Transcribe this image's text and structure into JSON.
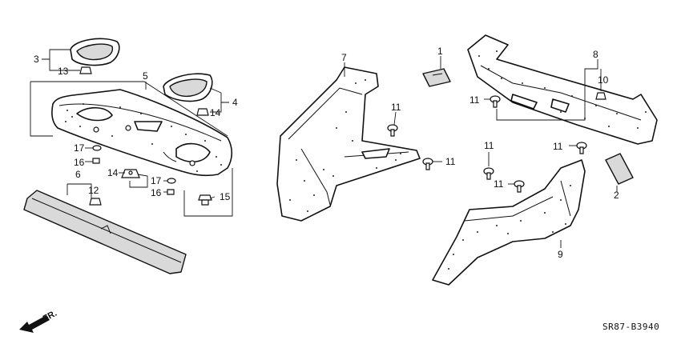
{
  "diagram": {
    "callouts": [
      {
        "id": "c1",
        "text": "1"
      },
      {
        "id": "c2",
        "text": "2"
      },
      {
        "id": "c3",
        "text": "3"
      },
      {
        "id": "c4",
        "text": "4"
      },
      {
        "id": "c5",
        "text": "5"
      },
      {
        "id": "c6",
        "text": "6"
      },
      {
        "id": "c7",
        "text": "7"
      },
      {
        "id": "c8",
        "text": "8"
      },
      {
        "id": "c9",
        "text": "9"
      },
      {
        "id": "c10",
        "text": "10"
      },
      {
        "id": "c11a",
        "text": "11"
      },
      {
        "id": "c11b",
        "text": "11"
      },
      {
        "id": "c11c",
        "text": "11"
      },
      {
        "id": "c11d",
        "text": "11"
      },
      {
        "id": "c11e",
        "text": "11"
      },
      {
        "id": "c11f",
        "text": "11"
      },
      {
        "id": "c12",
        "text": "12"
      },
      {
        "id": "c13a",
        "text": "13"
      },
      {
        "id": "c13b",
        "text": "13"
      },
      {
        "id": "c14",
        "text": "14"
      },
      {
        "id": "c15",
        "text": "15"
      },
      {
        "id": "c16a",
        "text": "16"
      },
      {
        "id": "c16b",
        "text": "16"
      },
      {
        "id": "c17a",
        "text": "17"
      },
      {
        "id": "c17b",
        "text": "17"
      }
    ],
    "front_arrow_label": "FR.",
    "diagram_code": "SR87-B3940"
  }
}
